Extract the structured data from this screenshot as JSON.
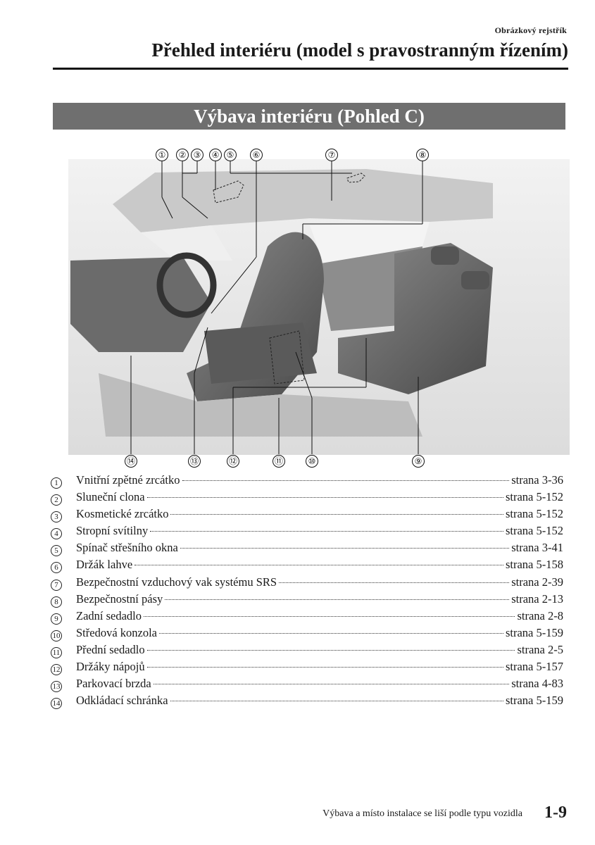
{
  "header": {
    "section": "Obrázkový rejstřík",
    "title": "Přehled interiéru (model s pravostranným řízením)"
  },
  "section_title": "Výbava interiéru (Pohled C)",
  "callouts": {
    "top": [
      "①",
      "②",
      "③",
      "④",
      "⑤",
      "⑥",
      "⑦",
      "⑧"
    ],
    "bottom": [
      "⑭",
      "⑬",
      "⑫",
      "⑪",
      "⑩",
      "⑨"
    ]
  },
  "legend": [
    {
      "num": "1",
      "label": "Vnitřní zpětné zrcátko",
      "page": "strana 3-36"
    },
    {
      "num": "2",
      "label": "Sluneční clona",
      "page": "strana 5-152"
    },
    {
      "num": "3",
      "label": "Kosmetické zrcátko",
      "page": "strana 5-152"
    },
    {
      "num": "4",
      "label": "Stropní svítilny",
      "page": "strana 5-152"
    },
    {
      "num": "5",
      "label": "Spínač střešního okna",
      "page": "strana 3-41"
    },
    {
      "num": "6",
      "label": "Držák lahve",
      "page": "strana 5-158"
    },
    {
      "num": "7",
      "label": "Bezpečnostní vzduchový vak systému SRS",
      "page": "strana 2-39"
    },
    {
      "num": "8",
      "label": "Bezpečnostní pásy",
      "page": "strana 2-13"
    },
    {
      "num": "9",
      "label": "Zadní sedadlo",
      "page": "strana 2-8"
    },
    {
      "num": "10",
      "label": "Středová konzola",
      "page": "strana 5-159"
    },
    {
      "num": "11",
      "label": "Přední sedadlo",
      "page": "strana 2-5"
    },
    {
      "num": "12",
      "label": "Držáky nápojů",
      "page": "strana 5-157"
    },
    {
      "num": "13",
      "label": "Parkovací brzda",
      "page": "strana 4-83"
    },
    {
      "num": "14",
      "label": "Odkládací schránka",
      "page": "strana 5-159"
    }
  ],
  "footer": {
    "note": "Výbava a místo instalace se liší podle typu vozidla",
    "page_number": "1-9"
  }
}
